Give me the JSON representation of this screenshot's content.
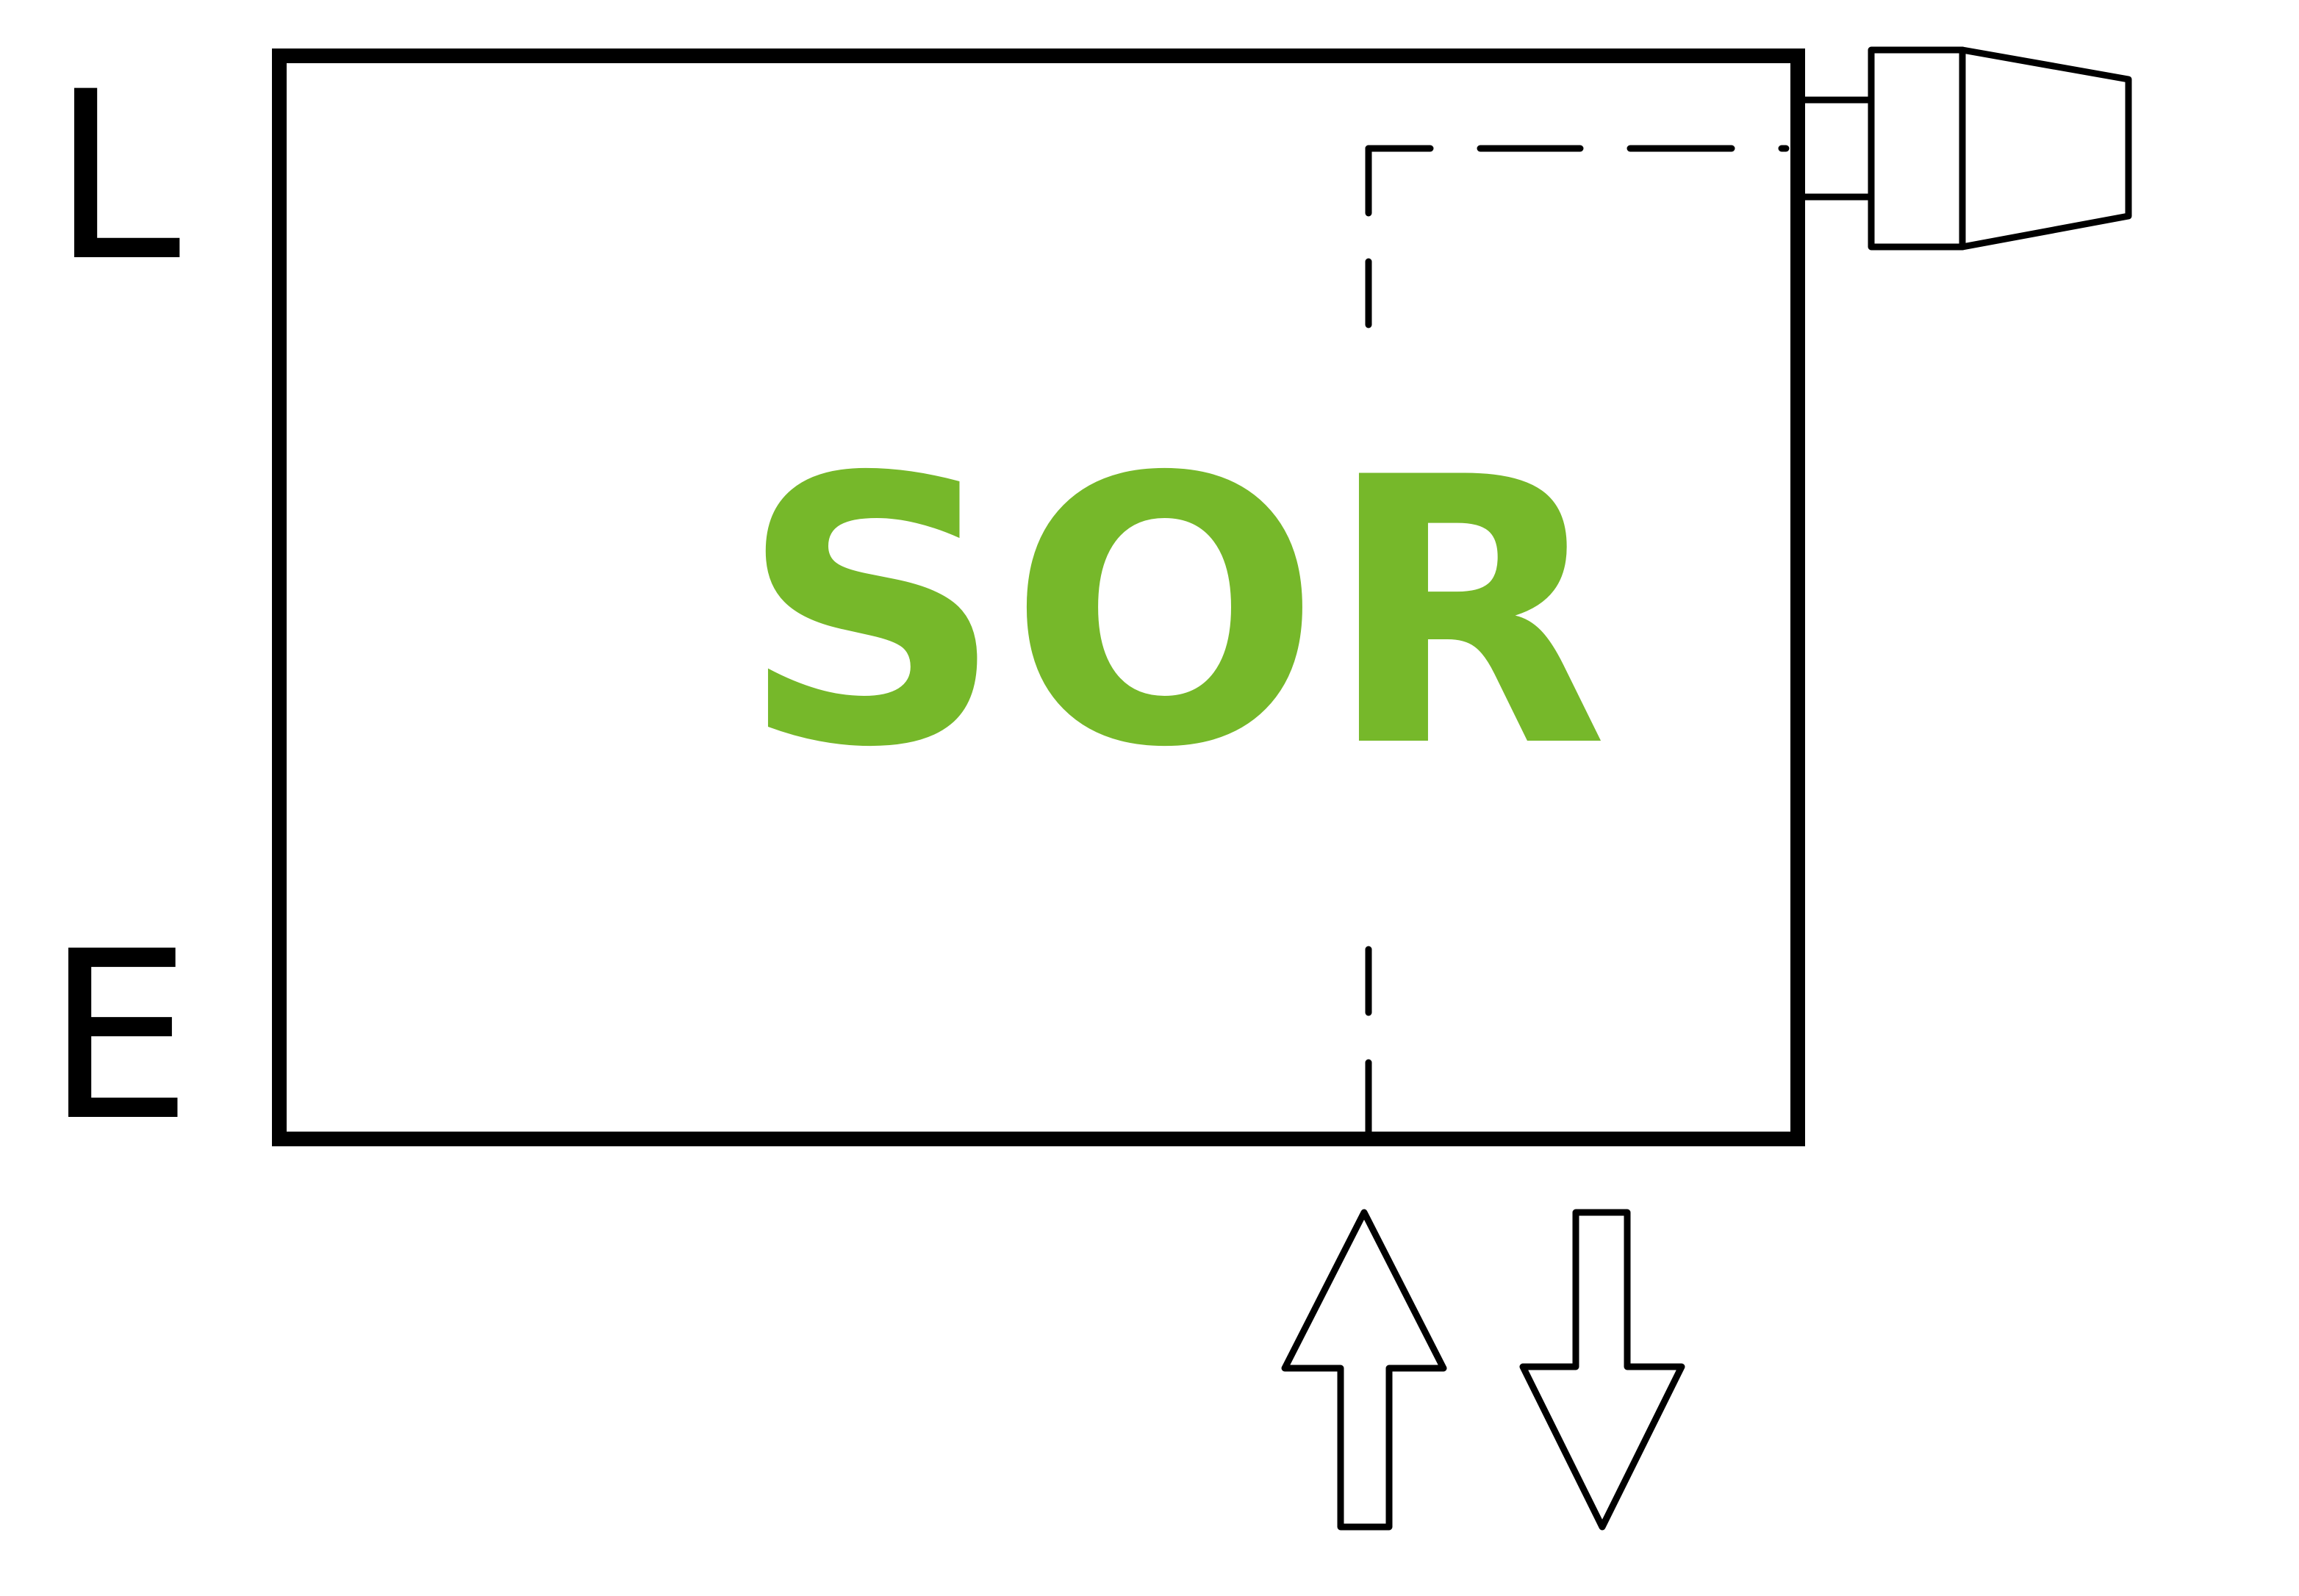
{
  "labels": {
    "left_top": "L",
    "left_bottom": "E",
    "center": "SOR"
  },
  "colors": {
    "center_text": "#76b82a",
    "lines": "#000000",
    "background": "#ffffff"
  },
  "icons": {
    "right_connector": "cable-connector-icon",
    "up_arrow": "arrow-up-icon",
    "down_arrow": "arrow-down-icon"
  }
}
